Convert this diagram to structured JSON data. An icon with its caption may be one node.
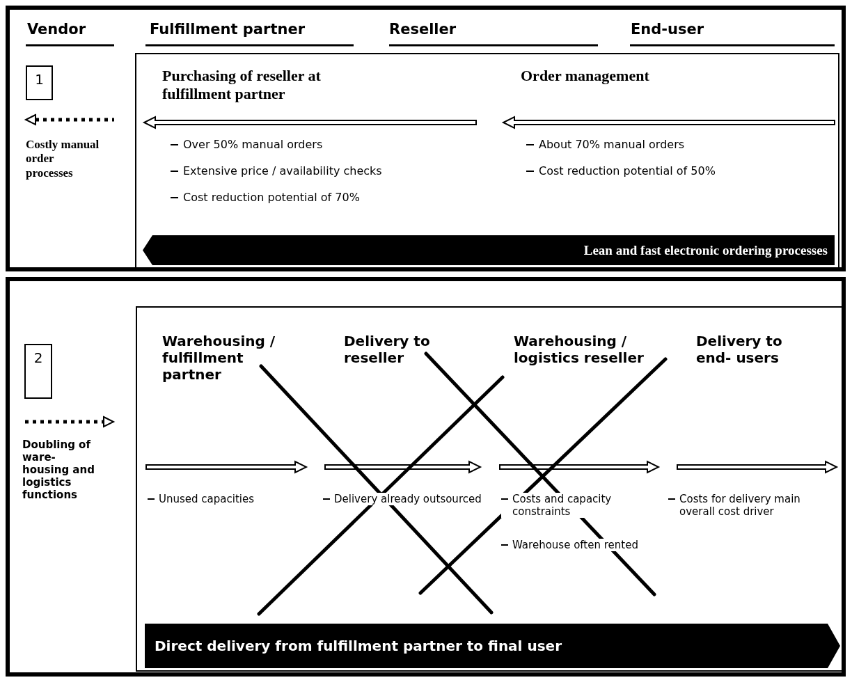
{
  "diagram": {
    "nodes": [
      {
        "text": [],
        "shape": "box"
      },
      {
        "text": [
          "1"
        ],
        "in": 0
      },
      {
        "text": [],
        "shape": "box",
        "in": 0
      },
      {
        "text": [
          "Lean and fast electronic ordering processes"
        ],
        "in": 2
      },
      {
        "text": [],
        "shape": "box"
      },
      {
        "text": [
          "2"
        ],
        "in": 4
      },
      {
        "text": [],
        "shape": "box",
        "in": 4
      },
      {
        "text": [
          "Direct delivery from fulfillment partner to final user"
        ],
        "in": 6
      }
    ],
    "edges": [],
    "labels": [
      "Vendor",
      "Fulfillment partner",
      "Reseller",
      "End-user",
      "Purchasing of reseller at fulfillment partner",
      "Order management",
      "Costly manual order processes",
      "Over 50% manual orders",
      "About 70% manual orders",
      "Extensive price / availability checks",
      "Cost reduction potential of 50%",
      "Cost reduction potential of 70%",
      "Warehousing / fulfillment partner",
      "Delivery to reseller",
      "Warehousing / logistics reseller",
      "Delivery to end- users",
      "Doubling of ware- housing and logistics functions",
      "Unused capacities",
      "Delivery already outsourced",
      "Costs and capacity constraints",
      "Costs for delivery main overall cost driver",
      "Warehouse often rented"
    ]
  }
}
